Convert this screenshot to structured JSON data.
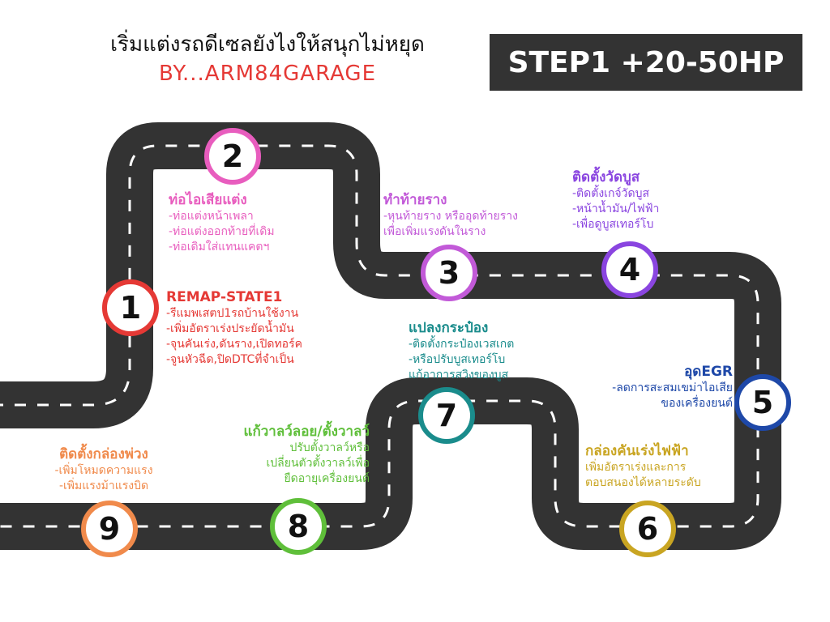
{
  "header": {
    "title": "เริ่มแต่งรถดีเซลยังไงให้สนุกไม่หยุด",
    "subtitle": "BY...ARM84GARAGE",
    "badge": "STEP1 +20-50HP"
  },
  "colors": {
    "road": "#333333",
    "dash": "#ffffff",
    "subtitle": "#e53935",
    "badge_bg": "#333333"
  },
  "steps": [
    {
      "number": "1",
      "color": "#e53935",
      "heading": "REMAP-STATE1",
      "lines": [
        "-รีแมพเสตป1รถบ้านใช้งาน",
        "-เพิ่มอัตราเร่งประยัดน้ำมัน",
        "-จุนคันเร่ง,ดันราง,เปิดทอร์ค",
        "-จูนหัวฉีด,ปิดDTCที่จำเป็น"
      ]
    },
    {
      "number": "2",
      "color": "#e85dbe",
      "heading": "ท่อไอเสียแต่ง",
      "lines": [
        "-ท่อแต่งหน้าเพลา",
        "-ท่อแต่งออกท้ายที่เดิม",
        "-ท่อเดิมใส่แทนแคตฯ"
      ]
    },
    {
      "number": "3",
      "color": "#c25ad8",
      "heading": "ทำท้ายราง",
      "lines": [
        "-หุนท้ายราง หรืออุดท้ายราง",
        "เพื่อเพิ่มแรงดันในราง"
      ]
    },
    {
      "number": "4",
      "color": "#8a45e0",
      "heading": "ติดตั้งวัดบูส",
      "lines": [
        "-ติดตั้งเกจ์วัดบูส",
        "-หน้าน้ำมัน/ไฟฟ้า",
        "-เพื่อดูบูสเทอร์โบ"
      ]
    },
    {
      "number": "5",
      "color": "#1e48a8",
      "heading": "อุดEGR",
      "lines": [
        "-ลดการสะสมเขม่าไอเสีย",
        "ของเครื่องยนต์"
      ]
    },
    {
      "number": "6",
      "color": "#c9a522",
      "heading": "กล่องคันเร่งไฟฟ้า",
      "lines": [
        "เพิ่มอัตราเร่งและการ",
        "ตอบสนองได้หลายระดับ"
      ]
    },
    {
      "number": "7",
      "color": "#1a8c8c",
      "heading": "แปลงกระป๋อง",
      "lines": [
        "-ติดตั้งกระป๋องเวสเกต",
        "-หรือปรับบูสเทอร์โบ",
        "แก้อาการสวิงของบูส"
      ]
    },
    {
      "number": "8",
      "color": "#5fbf3a",
      "heading": "แก้วาลว์ลอย/ตั้งวาลว์",
      "lines": [
        "ปรับตั้งวาลว์หรือ",
        "เปลี่ยนตัวตั้งวาลว์เพื่อ",
        "ยืดอายุเครื่องยนต์"
      ]
    },
    {
      "number": "9",
      "color": "#f08a4b",
      "heading": "ติดตั้งกล่องพ่วง",
      "lines": [
        "-เพิ่มโหมดความแรง",
        "-เพิ่มแรงม้าแรงบิด"
      ]
    }
  ]
}
